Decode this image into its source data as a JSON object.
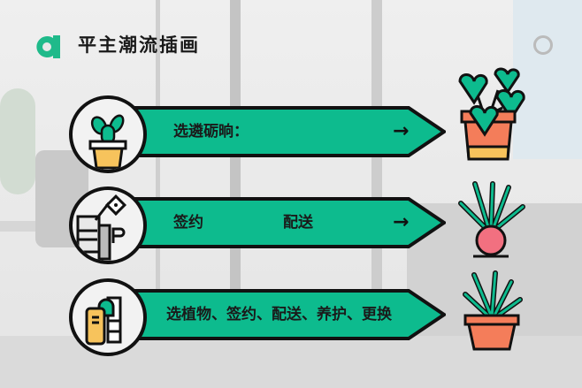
{
  "header": {
    "logo_letter": "a",
    "title": "平主潮流插画"
  },
  "colors": {
    "accent": "#0dbb8e",
    "pot_yellow": "#f7c35c",
    "pot_orange": "#f47d5a",
    "bulb_pink": "#f27080",
    "outline": "#111111",
    "background": "#e9e9e9"
  },
  "steps": [
    {
      "icon": "potted-cactus-icon",
      "texts": [
        "选遴砺晌："
      ],
      "arrow": "→",
      "plant": "heart-leaf-plant-icon"
    },
    {
      "icon": "delivery-house-icon",
      "texts": [
        "签约",
        "配送"
      ],
      "arrow": "→",
      "plant": "bulb-plant-icon"
    },
    {
      "icon": "documents-icon",
      "texts": [
        "选植物、签约、配送、养护、更换"
      ],
      "arrow": "",
      "plant": "grass-pot-icon"
    }
  ]
}
